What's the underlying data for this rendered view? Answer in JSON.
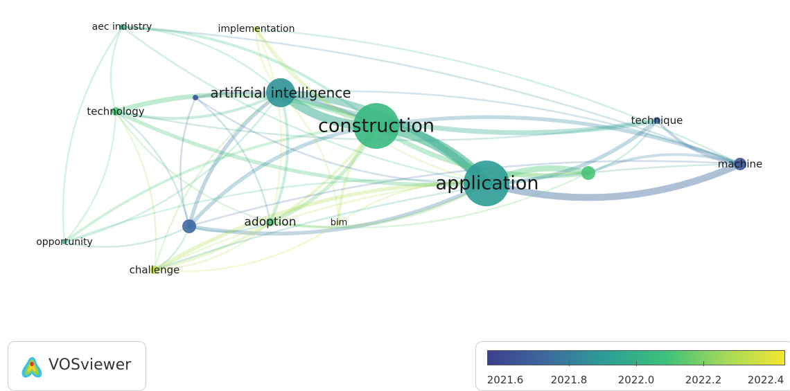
{
  "network": {
    "nodes": [
      {
        "id": "construction",
        "label": "construction",
        "year": 2022.03,
        "weight": 10,
        "show_label": true
      },
      {
        "id": "application",
        "label": "application",
        "year": 2021.88,
        "weight": 10,
        "show_label": true
      },
      {
        "id": "ai",
        "label": "artificial intelligence",
        "year": 2021.85,
        "weight": 6,
        "show_label": true
      },
      {
        "id": "technique",
        "label": "technique",
        "year": 2021.7,
        "weight": 2,
        "show_label": true
      },
      {
        "id": "machine",
        "label": "machine",
        "year": 2021.62,
        "weight": 3,
        "show_label": true
      },
      {
        "id": "aec",
        "label": "aec industry",
        "year": 2022.0,
        "weight": 1,
        "show_label": true
      },
      {
        "id": "implementation",
        "label": "implementation",
        "year": 2022.38,
        "weight": 1,
        "show_label": true
      },
      {
        "id": "technology",
        "label": "technology",
        "year": 2022.1,
        "weight": 2,
        "show_label": true
      },
      {
        "id": "purple",
        "label": "",
        "year": 2021.62,
        "weight": 1,
        "show_label": false
      },
      {
        "id": "adoption",
        "label": "adoption",
        "year": 2022.12,
        "weight": 2,
        "show_label": true
      },
      {
        "id": "bim",
        "label": "bim",
        "year": 2022.35,
        "weight": 1,
        "show_label": true
      },
      {
        "id": "blue",
        "label": "",
        "year": 2021.7,
        "weight": 3,
        "show_label": false
      },
      {
        "id": "green",
        "label": "",
        "year": 2022.1,
        "weight": 3,
        "show_label": false
      },
      {
        "id": "opportunity",
        "label": "opportunity",
        "year": 2022.05,
        "weight": 1,
        "show_label": true
      },
      {
        "id": "challenge",
        "label": "challenge",
        "year": 2022.35,
        "weight": 2,
        "show_label": true
      }
    ],
    "edges": [
      {
        "from": "construction",
        "to": "application",
        "strength": 10,
        "year": 2022.0
      },
      {
        "from": "ai",
        "to": "construction",
        "strength": 8,
        "year": 2021.95
      },
      {
        "from": "ai",
        "to": "application",
        "strength": 6,
        "year": 2021.92
      },
      {
        "from": "application",
        "to": "machine",
        "strength": 6,
        "year": 2021.7
      },
      {
        "from": "application",
        "to": "green",
        "strength": 5,
        "year": 2022.1
      },
      {
        "from": "construction",
        "to": "green",
        "strength": 4,
        "year": 2022.1
      },
      {
        "from": "technology",
        "to": "construction",
        "strength": 4,
        "year": 2022.1
      },
      {
        "from": "ai",
        "to": "technique",
        "strength": 4,
        "year": 2021.95
      },
      {
        "from": "construction",
        "to": "machine",
        "strength": 3,
        "year": 2021.8
      },
      {
        "from": "application",
        "to": "technique",
        "strength": 3,
        "year": 2021.8
      },
      {
        "from": "construction",
        "to": "adoption",
        "strength": 3,
        "year": 2022.15
      },
      {
        "from": "blue",
        "to": "application",
        "strength": 3,
        "year": 2021.75
      },
      {
        "from": "challenge",
        "to": "application",
        "strength": 3,
        "year": 2022.3
      },
      {
        "from": "technology",
        "to": "application",
        "strength": 3,
        "year": 2022.1
      },
      {
        "from": "blue",
        "to": "construction",
        "strength": 3,
        "year": 2021.8
      },
      {
        "from": "ai",
        "to": "blue",
        "strength": 3,
        "year": 2021.75
      },
      {
        "from": "purple",
        "to": "construction",
        "strength": 2,
        "year": 2021.7
      },
      {
        "from": "technique",
        "to": "machine",
        "strength": 2,
        "year": 2021.65
      },
      {
        "from": "green",
        "to": "machine",
        "strength": 2,
        "year": 2021.8
      },
      {
        "from": "implementation",
        "to": "construction",
        "strength": 2,
        "year": 2022.3
      },
      {
        "from": "aec",
        "to": "construction",
        "strength": 2,
        "year": 2022.05
      },
      {
        "from": "adoption",
        "to": "application",
        "strength": 2,
        "year": 2022.2
      },
      {
        "from": "bim",
        "to": "construction",
        "strength": 2,
        "year": 2022.3
      },
      {
        "from": "technology",
        "to": "ai",
        "strength": 2,
        "year": 2022.0
      },
      {
        "from": "opportunity",
        "to": "construction",
        "strength": 2,
        "year": 2022.1
      },
      {
        "from": "challenge",
        "to": "construction",
        "strength": 2,
        "year": 2022.3
      },
      {
        "from": "ai",
        "to": "adoption",
        "strength": 2,
        "year": 2022.05
      },
      {
        "from": "aec",
        "to": "technology",
        "strength": 1,
        "year": 2022.05
      },
      {
        "from": "aec",
        "to": "ai",
        "strength": 1,
        "year": 2022.0
      },
      {
        "from": "aec",
        "to": "application",
        "strength": 1,
        "year": 2022.0
      },
      {
        "from": "aec",
        "to": "machine",
        "strength": 1,
        "year": 2021.8
      },
      {
        "from": "implementation",
        "to": "ai",
        "strength": 1,
        "year": 2022.3
      },
      {
        "from": "implementation",
        "to": "adoption",
        "strength": 1,
        "year": 2022.35
      },
      {
        "from": "implementation",
        "to": "application",
        "strength": 1,
        "year": 2022.3
      },
      {
        "from": "implementation",
        "to": "machine",
        "strength": 1,
        "year": 2022.0
      },
      {
        "from": "purple",
        "to": "blue",
        "strength": 1,
        "year": 2021.65
      },
      {
        "from": "purple",
        "to": "adoption",
        "strength": 1,
        "year": 2021.8
      },
      {
        "from": "purple",
        "to": "application",
        "strength": 1,
        "year": 2021.7
      },
      {
        "from": "technology",
        "to": "blue",
        "strength": 1,
        "year": 2021.9
      },
      {
        "from": "technology",
        "to": "adoption",
        "strength": 1,
        "year": 2022.15
      },
      {
        "from": "technology",
        "to": "challenge",
        "strength": 1,
        "year": 2022.25
      },
      {
        "from": "opportunity",
        "to": "ai",
        "strength": 1,
        "year": 2022.0
      },
      {
        "from": "opportunity",
        "to": "application",
        "strength": 1,
        "year": 2022.05
      },
      {
        "from": "opportunity",
        "to": "technology",
        "strength": 1,
        "year": 2022.1
      },
      {
        "from": "opportunity",
        "to": "aec",
        "strength": 1,
        "year": 2022.05
      },
      {
        "from": "challenge",
        "to": "adoption",
        "strength": 1,
        "year": 2022.3
      },
      {
        "from": "challenge",
        "to": "ai",
        "strength": 1,
        "year": 2022.2
      },
      {
        "from": "challenge",
        "to": "blue",
        "strength": 1,
        "year": 2022.0
      },
      {
        "from": "challenge",
        "to": "green",
        "strength": 1,
        "year": 2022.3
      },
      {
        "from": "adoption",
        "to": "green",
        "strength": 1,
        "year": 2022.15
      },
      {
        "from": "bim",
        "to": "application",
        "strength": 1,
        "year": 2022.3
      },
      {
        "from": "bim",
        "to": "ai",
        "strength": 1,
        "year": 2022.3
      },
      {
        "from": "bim",
        "to": "challenge",
        "strength": 1,
        "year": 2022.35
      },
      {
        "from": "blue",
        "to": "adoption",
        "strength": 1,
        "year": 2021.9
      },
      {
        "from": "blue",
        "to": "machine",
        "strength": 1,
        "year": 2021.65
      },
      {
        "from": "green",
        "to": "technique",
        "strength": 1,
        "year": 2021.9
      },
      {
        "from": "ai",
        "to": "machine",
        "strength": 1,
        "year": 2021.8
      },
      {
        "from": "technology",
        "to": "technique",
        "strength": 1,
        "year": 2021.9
      },
      {
        "from": "challenge",
        "to": "machine",
        "strength": 1,
        "year": 2021.9
      },
      {
        "from": "opportunity",
        "to": "blue",
        "strength": 1,
        "year": 2021.9
      }
    ]
  },
  "logo": {
    "text": "VOSviewer"
  },
  "color_scale": {
    "ticks": [
      "2021.6",
      "2021.8",
      "2022.0",
      "2022.2",
      "2022.4"
    ],
    "min": 2021.52,
    "max": 2022.45,
    "gradient": [
      "#3b3f8c",
      "#3d6a9f",
      "#2c9f95",
      "#3dc17a",
      "#a3d95a",
      "#f3e730"
    ]
  }
}
